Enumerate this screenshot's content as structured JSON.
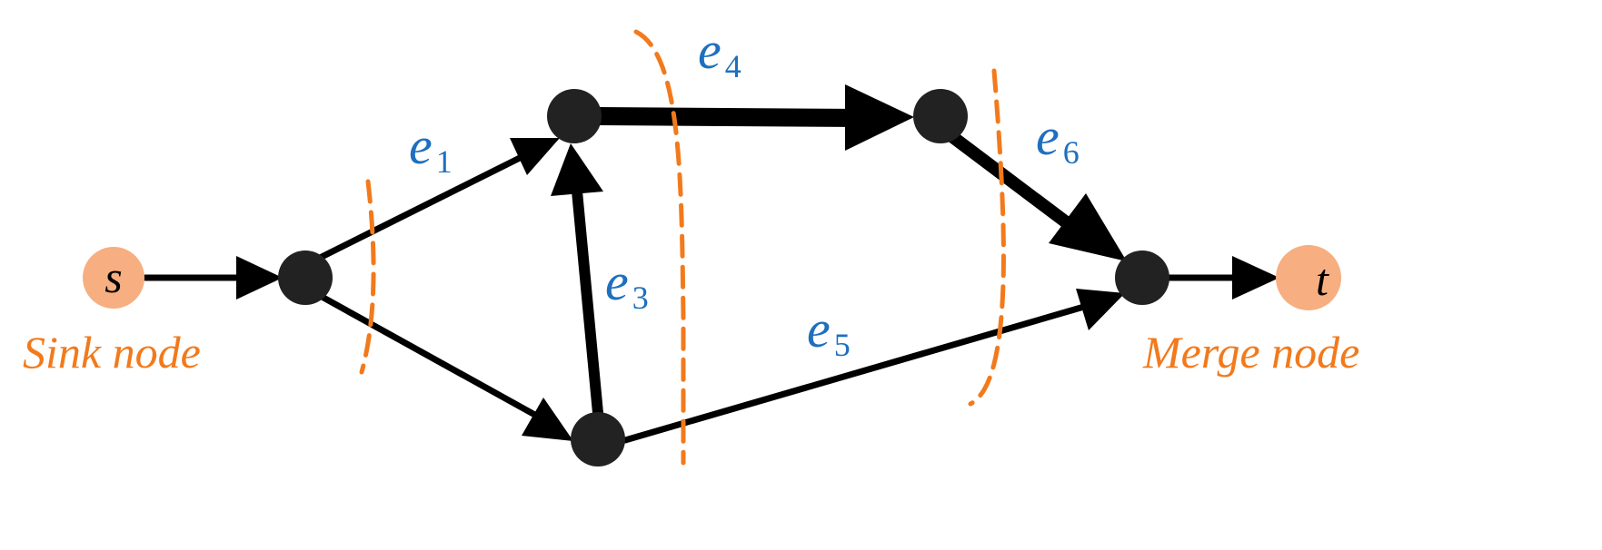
{
  "colors": {
    "node_fill": "#222222",
    "terminal_fill": "#F7AE80",
    "edge_color": "#000000",
    "label_blue": "#1F6FBF",
    "cut_orange": "#F27A1C"
  },
  "terminals": {
    "source": {
      "letter": "s",
      "caption": "Sink node"
    },
    "target": {
      "letter": "t",
      "caption": "Merge node"
    }
  },
  "edges": [
    {
      "id": "e1",
      "main": "e",
      "sub": "1"
    },
    {
      "id": "e3",
      "main": "e",
      "sub": "3"
    },
    {
      "id": "e4",
      "main": "e",
      "sub": "4"
    },
    {
      "id": "e5",
      "main": "e",
      "sub": "5"
    },
    {
      "id": "e6",
      "main": "e",
      "sub": "6"
    }
  ],
  "cuts": [
    "cut-1",
    "cut-2",
    "cut-3"
  ]
}
